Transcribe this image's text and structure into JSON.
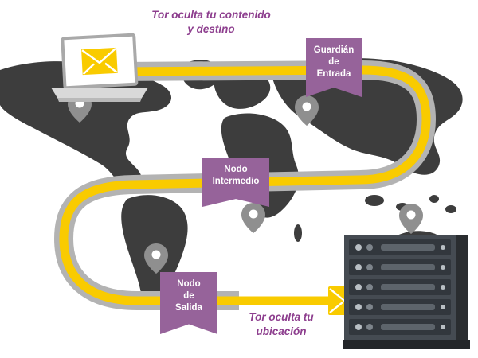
{
  "captions": {
    "top": {
      "line1": "Tor oculta tu contenido",
      "line2": "y destino"
    },
    "bottom": {
      "line1": "Tor oculta tu",
      "line2": "ubicación"
    }
  },
  "ribbons": {
    "entry": {
      "line1": "Guardián",
      "line2": "de",
      "line3": "Entrada"
    },
    "middle": {
      "line1": "Nodo",
      "line2": "Intermedio"
    },
    "exit": {
      "line1": "Nodo",
      "line2": "de",
      "line3": "Salida"
    }
  },
  "icons": {
    "laptop": "laptop-with-message-icon",
    "message": "envelope-icon",
    "server": "server-rack-icon",
    "pin": "map-pin-icon"
  },
  "colors": {
    "purple": "#96639a",
    "caption_purple": "#8d3e8e",
    "yellow": "#f9cb00",
    "pipe_gray": "#b3b3b3",
    "map_gray": "#3d3d3d",
    "server_gray": "#454b52",
    "pin_gray": "#8f8f8f"
  }
}
